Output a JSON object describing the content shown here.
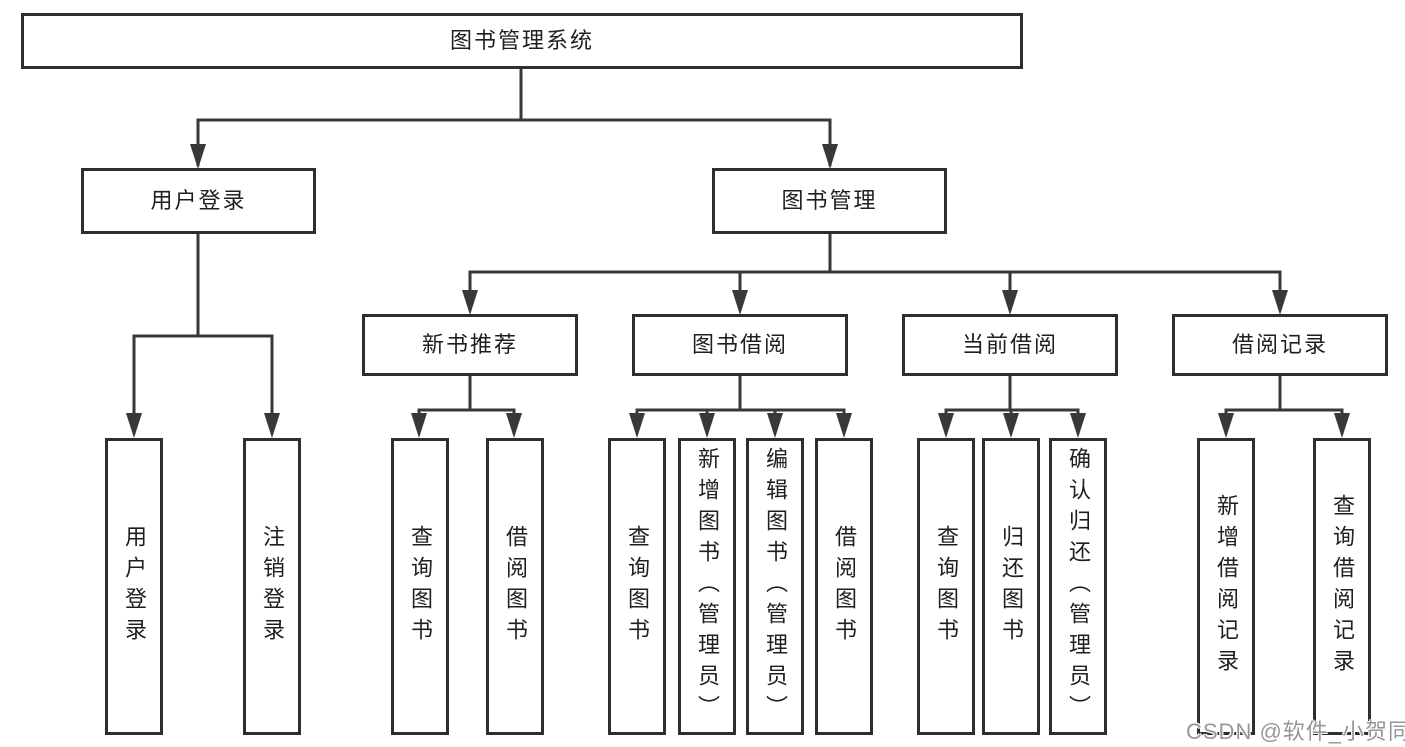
{
  "watermark": "CSDN @软件_小贺同学",
  "tree": {
    "root": "图书管理系统",
    "branches": [
      {
        "label": "用户登录",
        "children": [
          "用户登录",
          "注销登录"
        ]
      },
      {
        "label": "图书管理",
        "groups": [
          {
            "label": "新书推荐",
            "children": [
              "查询图书",
              "借阅图书"
            ]
          },
          {
            "label": "图书借阅",
            "children": [
              "查询图书",
              "新增图书（管理员）",
              "编辑图书（管理员）",
              "借阅图书"
            ]
          },
          {
            "label": "当前借阅",
            "children": [
              "查询图书",
              "归还图书",
              "确认归还（管理员）"
            ]
          },
          {
            "label": "借阅记录",
            "children": [
              "新增借阅记录",
              "查询借阅记录"
            ]
          }
        ]
      }
    ]
  },
  "colors": {
    "line": "#383838",
    "border": "#2e2e2e",
    "text": "#1f1f1f",
    "watermark": "#979797"
  }
}
